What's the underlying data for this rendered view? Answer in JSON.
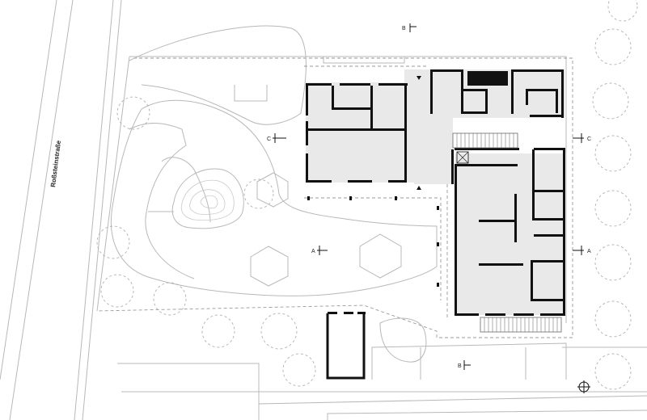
{
  "street_name": "Roßsteinstraße",
  "section_markers": {
    "A": "A",
    "B": "B",
    "C": "C"
  }
}
